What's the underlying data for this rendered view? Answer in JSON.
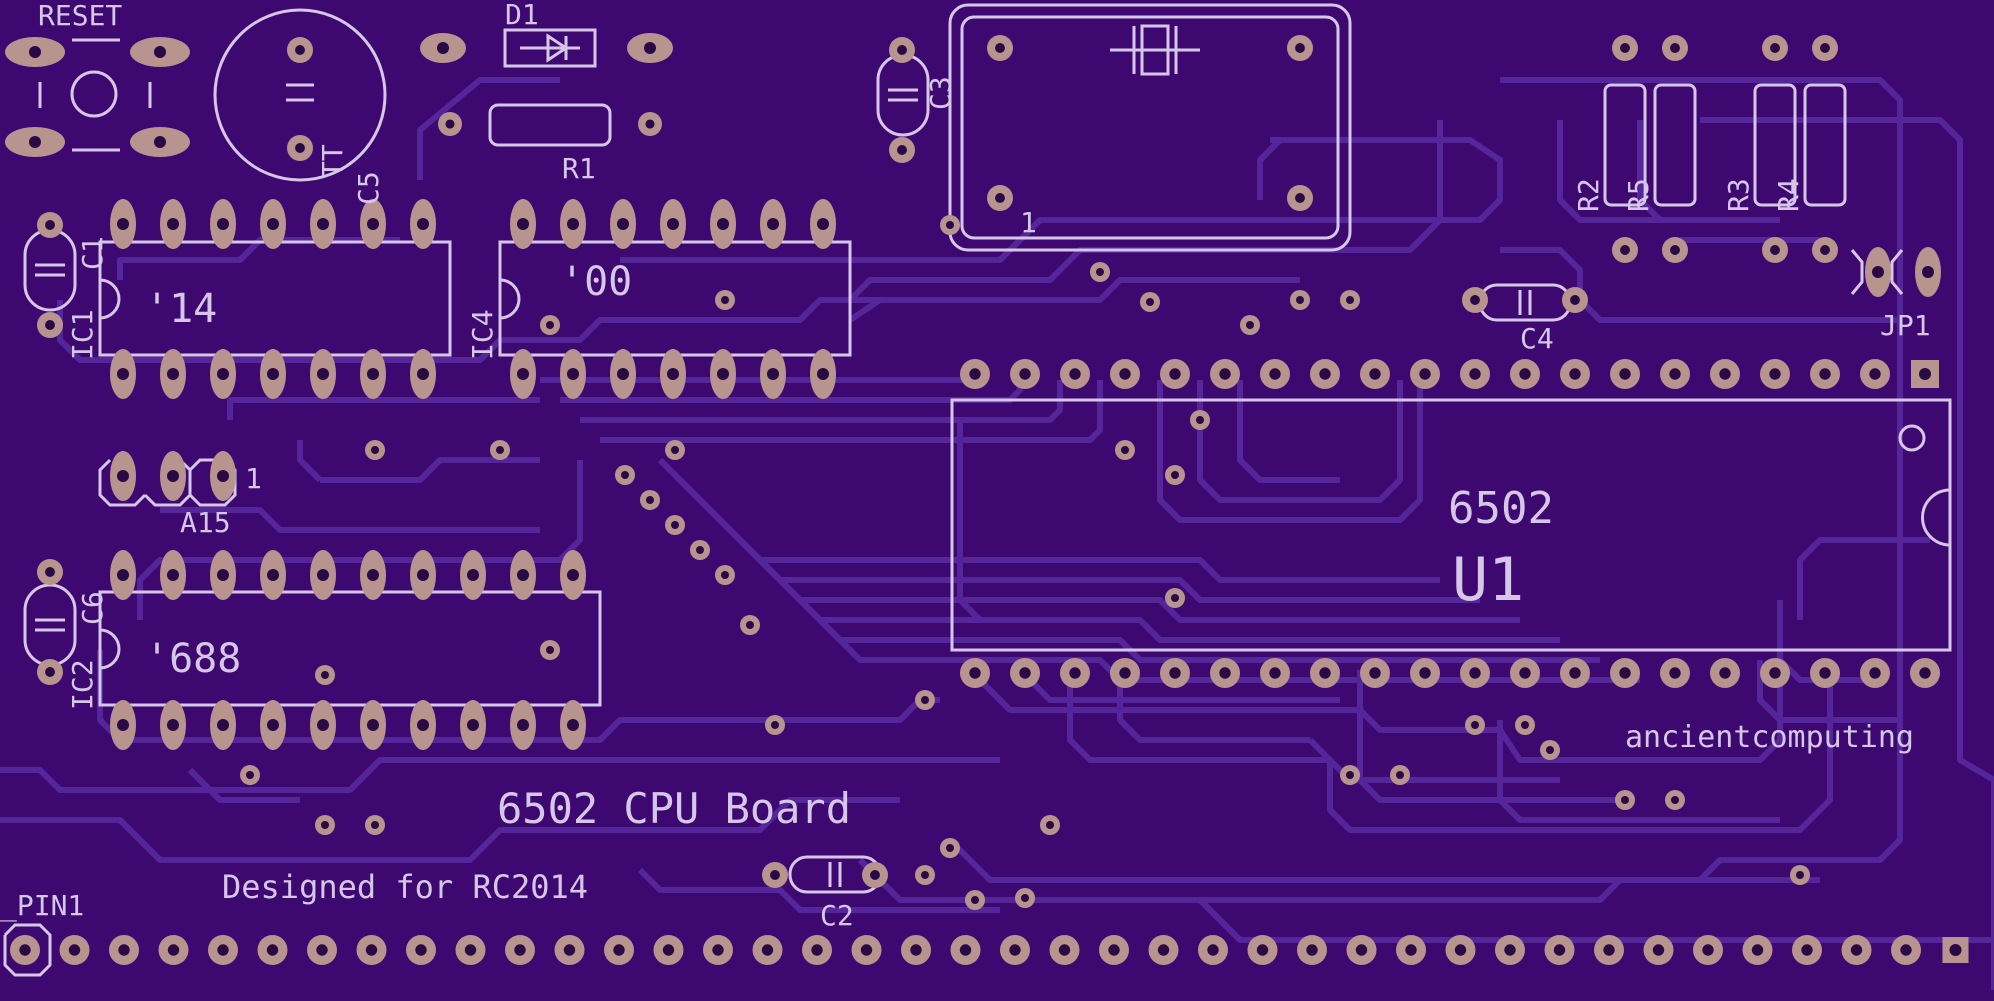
{
  "colors": {
    "board": "#3d0970",
    "trace": "#55269a",
    "silk": "#d6c7e8",
    "pad": "#b8948f",
    "drill": "#2a0a45",
    "outline": "#cfc2df"
  },
  "labels": {
    "reset": "RESET",
    "d1": "D1",
    "r1": "R1",
    "c3": "C3",
    "c5": "C5",
    "tt": "TT",
    "xtal_pin1": "1",
    "r2": "R2",
    "r5": "R5",
    "r3": "R3",
    "r4": "R4",
    "jp1": "JP1",
    "c4": "C4",
    "c1": "C1",
    "ic1": "IC1",
    "ic1_part": "'14",
    "ic4": "IC4",
    "ic4_part": "'00",
    "jumper_a15": "A15",
    "jumper_pin1": "1",
    "c6": "C6",
    "ic2": "IC2",
    "ic2_part": "'688",
    "u1_part": "6502",
    "u1": "U1",
    "brand": "ancientcomputing",
    "title": "6502 CPU Board",
    "subtitle": "Designed for RC2014",
    "c2": "C2",
    "bus_pin1": "_PIN1"
  }
}
